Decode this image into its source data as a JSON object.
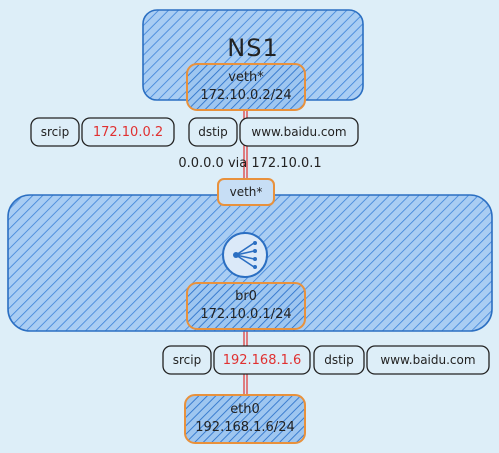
{
  "ns1": {
    "title": "NS1"
  },
  "veth_top": {
    "name": "veth*",
    "ip": "172.10.0.2/24"
  },
  "packet1": {
    "srcip_label": "srcip",
    "srcip_value": "172.10.0.2",
    "dstip_label": "dstip",
    "dstip_value": "www.baidu.com"
  },
  "route": {
    "text": "0.0.0.0 via 172.10.0.1"
  },
  "veth_mid": {
    "name": "veth*"
  },
  "br0": {
    "name": "br0",
    "ip": "172.10.0.1/24",
    "icon": "bridge-icon"
  },
  "packet2": {
    "srcip_label": "srcip",
    "srcip_value": "192.168.1.6",
    "dstip_label": "dstip",
    "dstip_value": "www.baidu.com"
  },
  "eth0": {
    "name": "eth0",
    "ip": "192.168.1.6/24"
  },
  "colors": {
    "background": "#ddeef8",
    "fill_blue": "#4a90e2",
    "stroke_orange": "#e8913c",
    "highlight_red": "#e03131",
    "line_red": "#e03131"
  }
}
